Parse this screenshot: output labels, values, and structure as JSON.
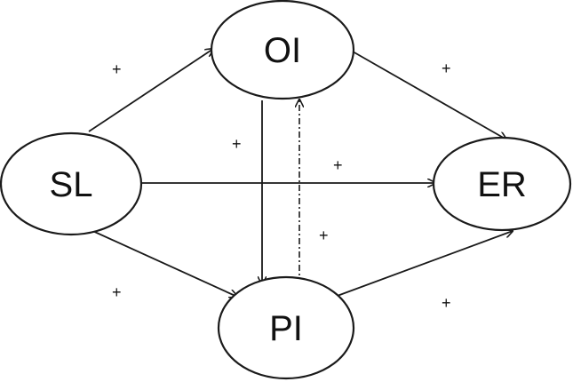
{
  "nodes": {
    "sl": "SL",
    "oi": "OI",
    "pi": "PI",
    "er": "ER"
  },
  "edge_signs": {
    "sl_oi": "+",
    "sl_pi": "+",
    "oi_er": "+",
    "pi_er": "+",
    "sl_er": "+",
    "oi_pi": "+",
    "pi_oi": "+"
  },
  "colors": {
    "stroke": "#1a1a1a",
    "background": "#ffffff"
  }
}
